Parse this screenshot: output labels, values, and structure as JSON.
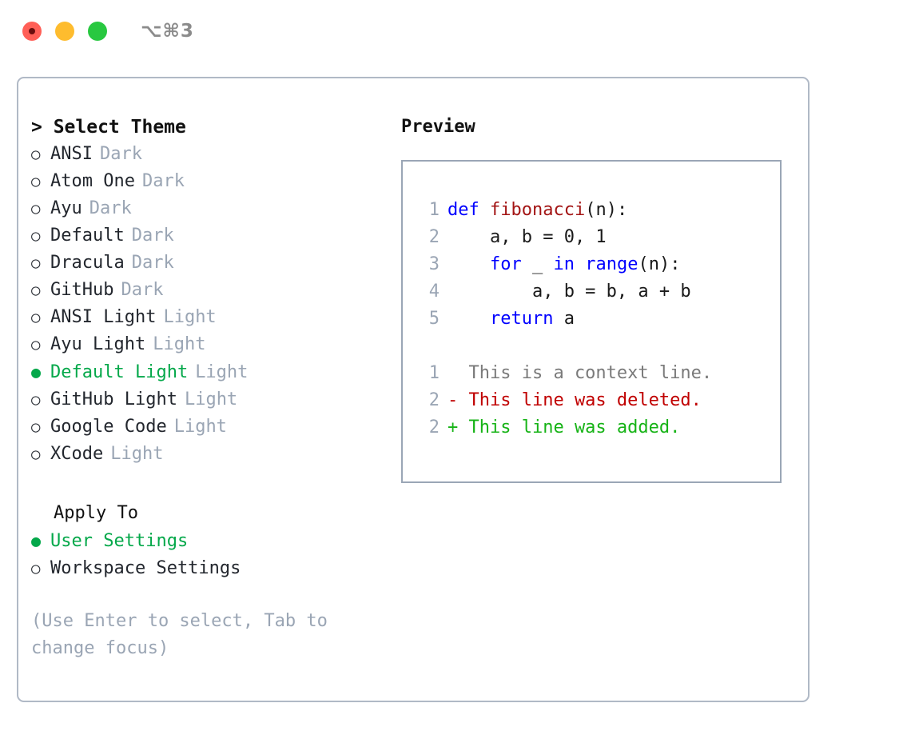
{
  "titlebar": {
    "traffic_lights": [
      "close-red",
      "minimize-yellow",
      "maximize-green"
    ],
    "shortcut": "⌥⌘3"
  },
  "theme_panel": {
    "header": "> Select Theme",
    "selected_theme": "Default Light",
    "accent_color": "#04a84a",
    "tag_color": "#9aa5b4",
    "marker_on": "●",
    "marker_off": "○",
    "items": [
      {
        "label": "ANSI",
        "tag": "Dark",
        "selected": false
      },
      {
        "label": "Atom One",
        "tag": "Dark",
        "selected": false
      },
      {
        "label": "Ayu",
        "tag": "Dark",
        "selected": false
      },
      {
        "label": "Default",
        "tag": "Dark",
        "selected": false
      },
      {
        "label": "Dracula",
        "tag": "Dark",
        "selected": false
      },
      {
        "label": "GitHub",
        "tag": "Dark",
        "selected": false
      },
      {
        "label": "ANSI Light",
        "tag": "Light",
        "selected": false
      },
      {
        "label": "Ayu Light",
        "tag": "Light",
        "selected": false
      },
      {
        "label": "Default Light",
        "tag": "Light",
        "selected": true
      },
      {
        "label": "GitHub Light",
        "tag": "Light",
        "selected": false
      },
      {
        "label": "Google Code",
        "tag": "Light",
        "selected": false
      },
      {
        "label": "XCode",
        "tag": "Light",
        "selected": false
      }
    ]
  },
  "apply_to": {
    "header": "Apply To",
    "selected": "User Settings",
    "options": [
      {
        "label": "User Settings",
        "selected": true
      },
      {
        "label": "Workspace Settings",
        "selected": false
      }
    ]
  },
  "hint": "(Use Enter to select, Tab to change focus)",
  "preview": {
    "title": "Preview",
    "code_lines": [
      {
        "no": "1",
        "segments": [
          {
            "text": "def ",
            "cls": "tok-kw"
          },
          {
            "text": "fibonacci",
            "cls": "tok-fn"
          },
          {
            "text": "(n):",
            "cls": "tok-def"
          }
        ]
      },
      {
        "no": "2",
        "segments": [
          {
            "text": "    a, b = 0, 1",
            "cls": "tok-def"
          }
        ]
      },
      {
        "no": "3",
        "segments": [
          {
            "text": "    ",
            "cls": "tok-def"
          },
          {
            "text": "for",
            "cls": "tok-kw"
          },
          {
            "text": " _ ",
            "cls": "tok-def"
          },
          {
            "text": "in ",
            "cls": "tok-kw"
          },
          {
            "text": "range",
            "cls": "tok-kw"
          },
          {
            "text": "(n):",
            "cls": "tok-def"
          }
        ]
      },
      {
        "no": "4",
        "segments": [
          {
            "text": "        a, b = b, a + b",
            "cls": "tok-def"
          }
        ]
      },
      {
        "no": "5",
        "segments": [
          {
            "text": "    ",
            "cls": "tok-def"
          },
          {
            "text": "return",
            "cls": "tok-kw"
          },
          {
            "text": " a",
            "cls": "tok-def"
          }
        ]
      }
    ],
    "diff_lines": [
      {
        "no": "1",
        "text": "  This is a context line.",
        "cls": "diff-ctx"
      },
      {
        "no": "2",
        "text": "- This line was deleted.",
        "cls": "diff-del"
      },
      {
        "no": "2",
        "text": "+ This line was added.",
        "cls": "diff-add"
      }
    ]
  }
}
